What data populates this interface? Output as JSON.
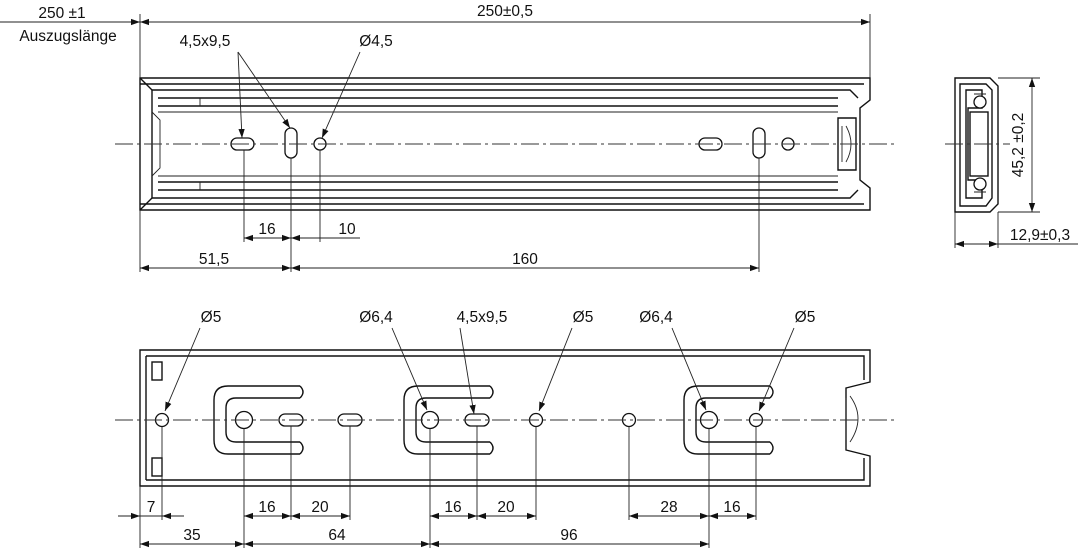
{
  "top": {
    "extension_label": "250 ±1",
    "extension_caption": "Auszugslänge",
    "length_label": "250±0,5",
    "slot_label": "4,5x9,5",
    "hole_label": "Ø4,5",
    "dim_16": "16",
    "dim_10": "10",
    "dim_51_5": "51,5",
    "dim_160": "160"
  },
  "side": {
    "height_label": "45,2 ±0,2",
    "width_label": "12,9±0,3"
  },
  "bottom": {
    "hole_left_label": "Ø5",
    "hole_64_label_a": "Ø6,4",
    "slot_label": "4,5x9,5",
    "hole_mid_label": "Ø5",
    "hole_64_label_b": "Ø6,4",
    "hole_right_label": "Ø5",
    "dim_7": "7",
    "dim_16a": "16",
    "dim_20a": "20",
    "dim_16b": "16",
    "dim_20b": "20",
    "dim_28": "28",
    "dim_16c": "16",
    "dim_35": "35",
    "dim_64": "64",
    "dim_96": "96"
  }
}
